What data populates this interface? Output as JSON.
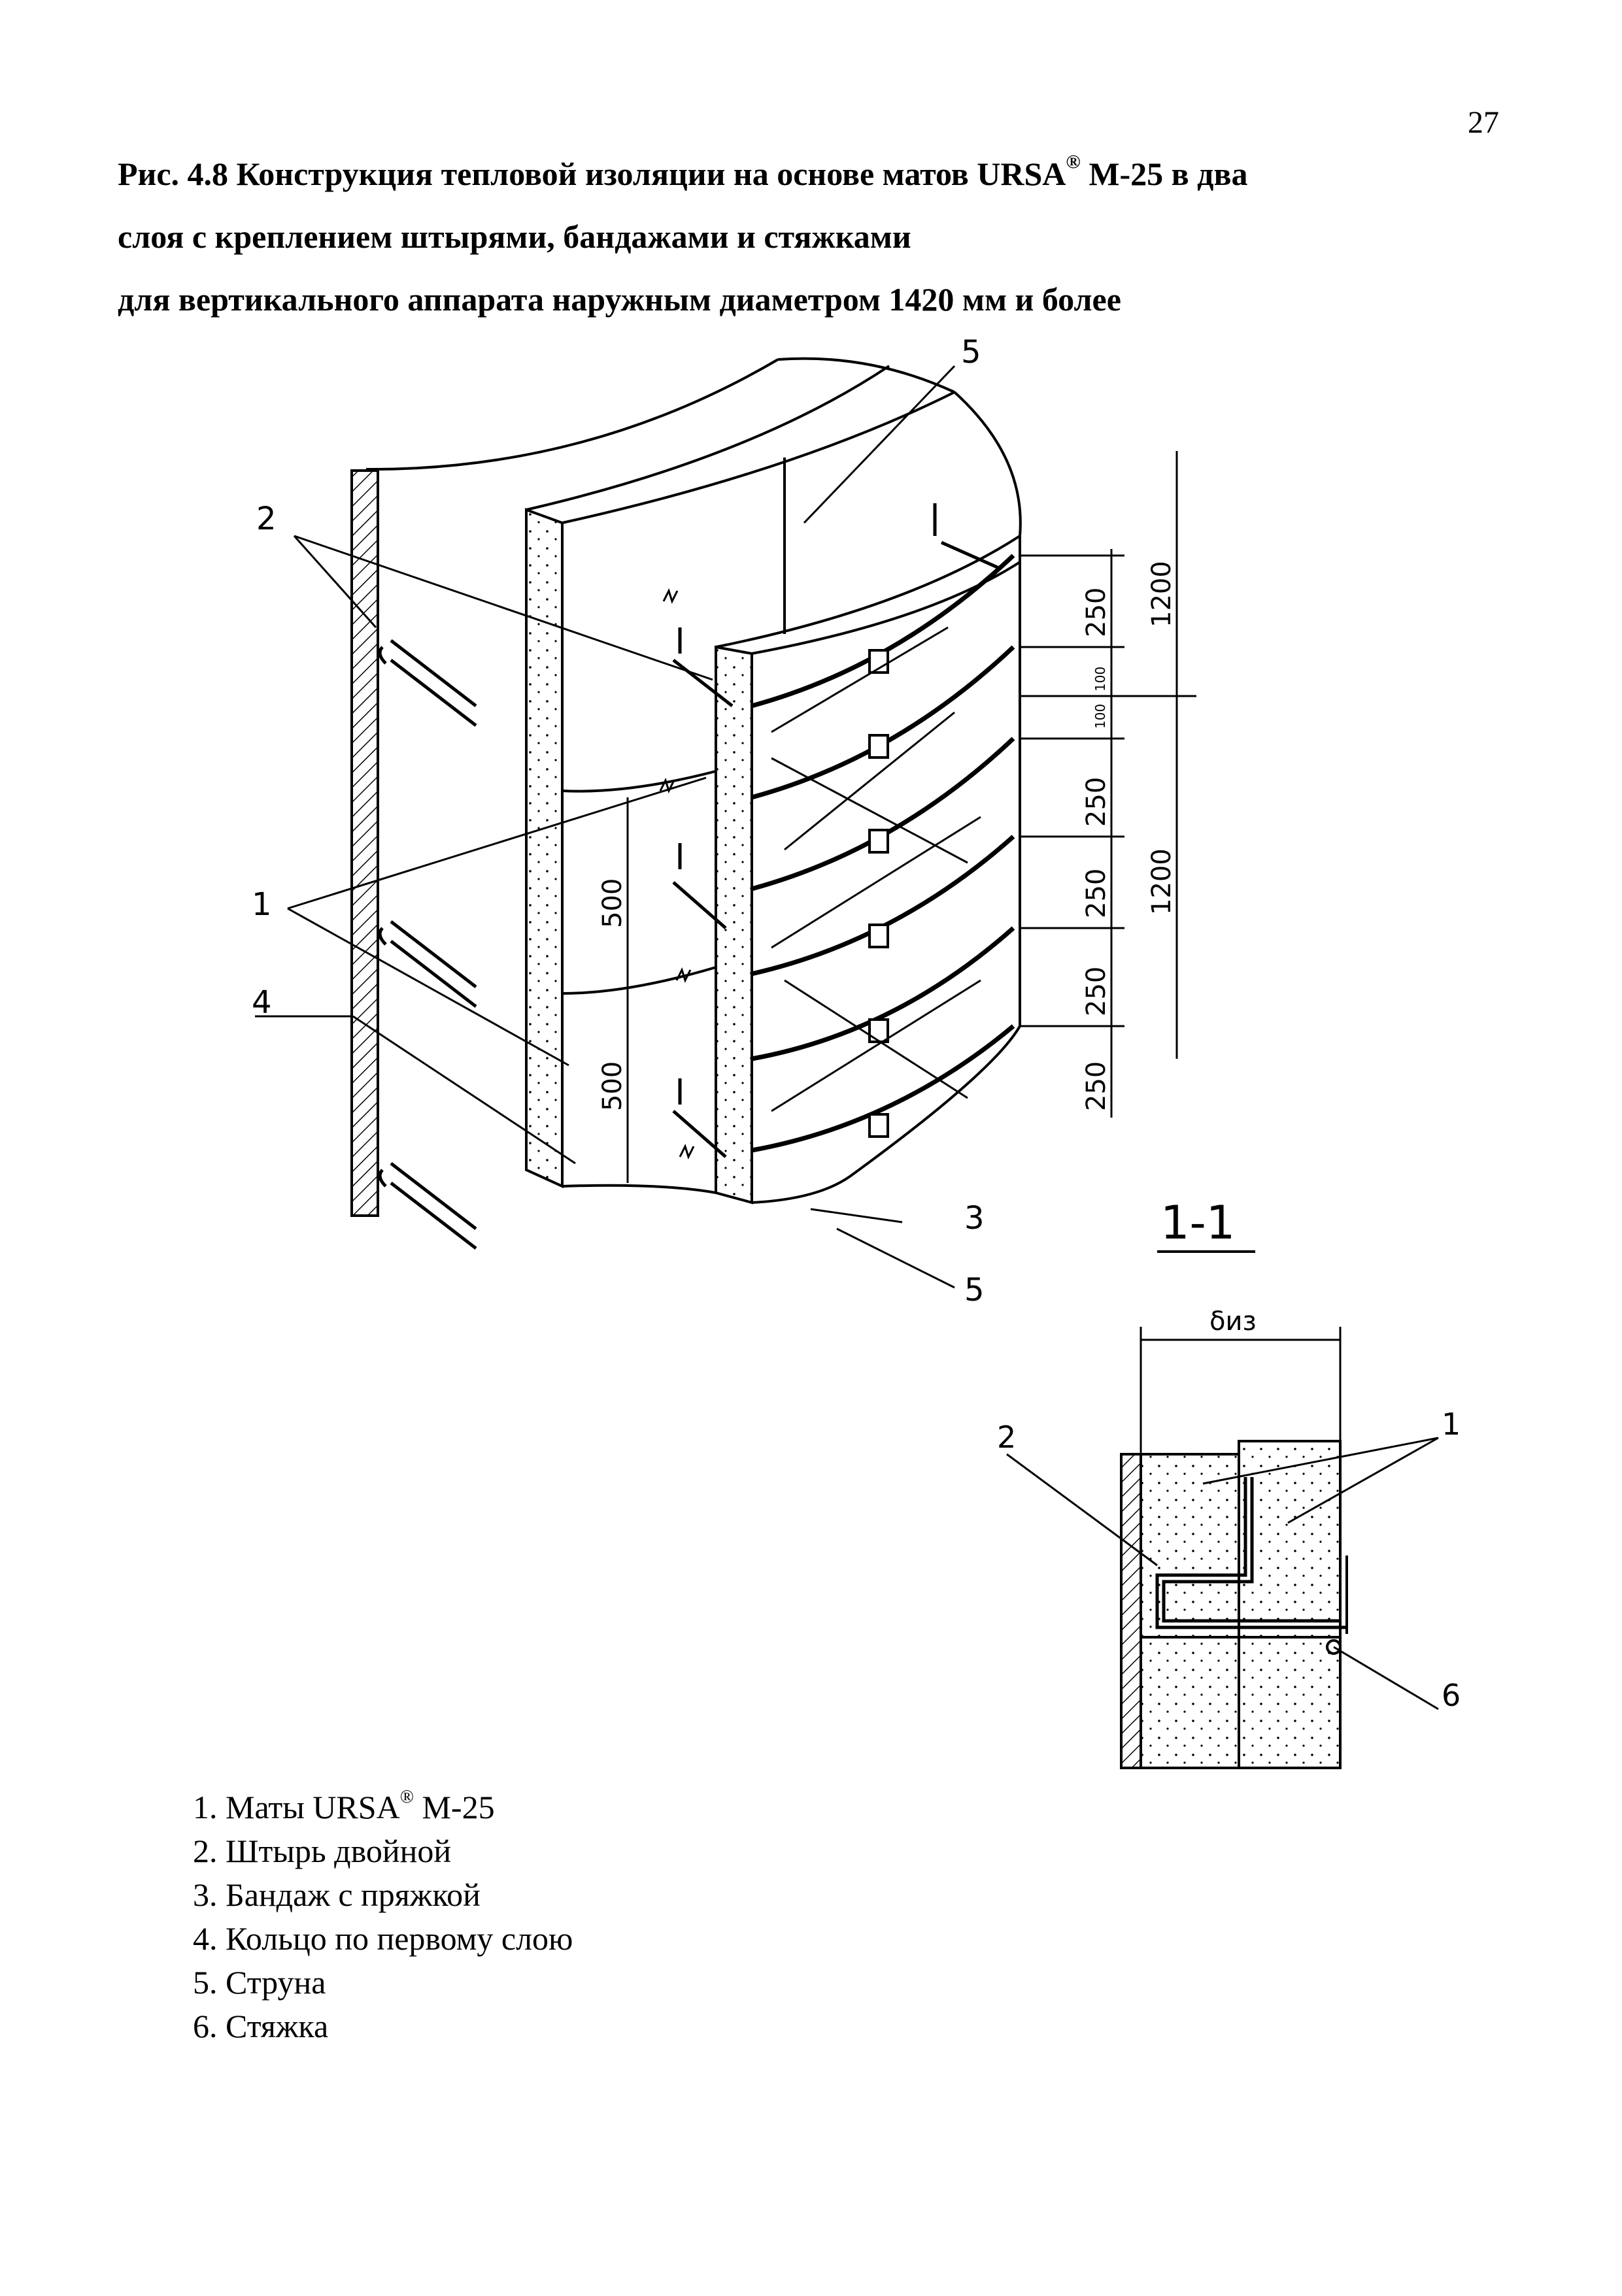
{
  "page_number": "27",
  "caption": {
    "line1_prefix": "Рис. 4.8 Конструкция тепловой изоляции на основе матов URSA",
    "line1_sup": "®",
    "line1_suffix": " М-25 в два",
    "line2": "слоя с креплением штырями, бандажами и стяжками",
    "line3": "для вертикального аппарата наружным  диаметром 1420 мм и более"
  },
  "drawing": {
    "callouts": {
      "c1": "1",
      "c2": "2",
      "c3": "3",
      "c4": "4",
      "c5_top": "5",
      "c5_bottom": "5"
    },
    "dimensions": {
      "d250_1": "250",
      "d100_a": "100",
      "d100_b": "100",
      "d250_2": "250",
      "d250_3": "250",
      "d250_4": "250",
      "d250_5": "250",
      "d1200_top": "1200",
      "d1200_bottom": "1200",
      "d500_top": "500",
      "d500_bottom": "500"
    },
    "section": {
      "title": "1-1",
      "thickness_label": "δиз",
      "c1": "1",
      "c2": "2",
      "c6": "6"
    }
  },
  "legend": [
    {
      "num": "1.",
      "text": "Маты URSA",
      "sup": "®",
      "suffix": " М-25"
    },
    {
      "num": "2.",
      "text": "Штырь двойной",
      "sup": "",
      "suffix": ""
    },
    {
      "num": "3.",
      "text": "Бандаж с пряжкой",
      "sup": "",
      "suffix": ""
    },
    {
      "num": "4.",
      "text": "Кольцо по первому слою",
      "sup": "",
      "suffix": ""
    },
    {
      "num": "5.",
      "text": "Струна",
      "sup": "",
      "suffix": ""
    },
    {
      "num": "6.",
      "text": "Стяжка",
      "sup": "",
      "suffix": ""
    }
  ]
}
